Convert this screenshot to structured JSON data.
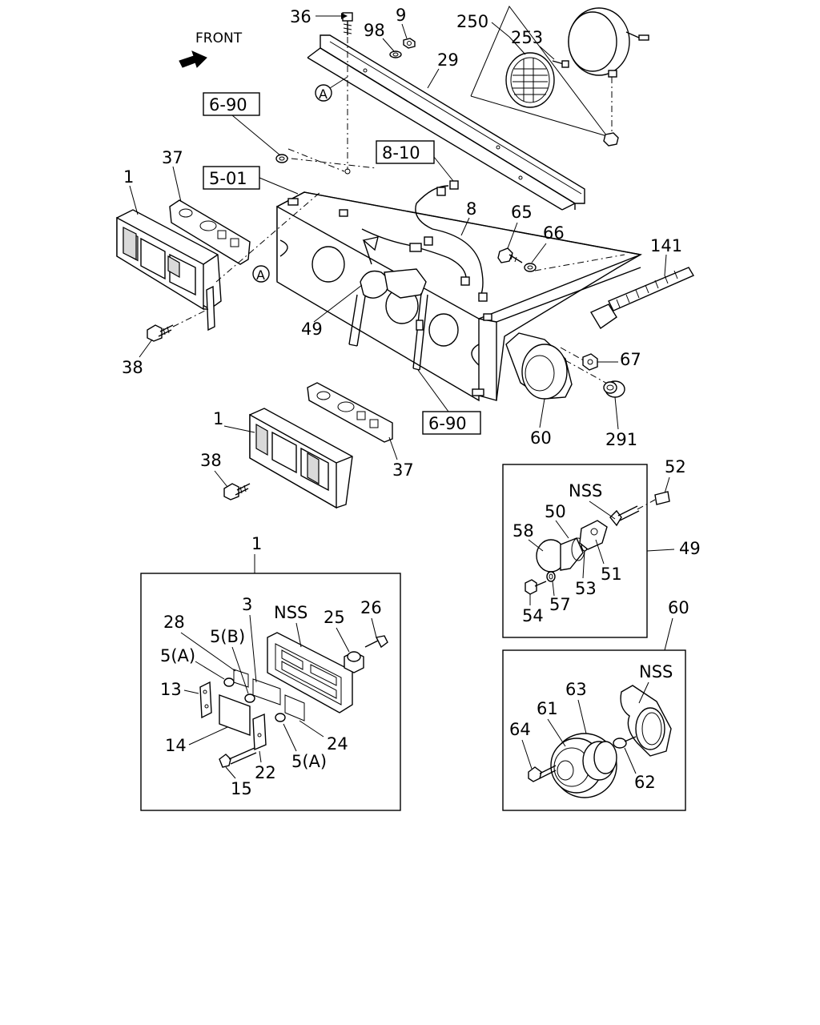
{
  "direction_label": "FRONT",
  "refs": {
    "r690a": "6-90",
    "r501": "5-01",
    "r810": "8-10",
    "r690b": "6-90"
  },
  "circle_marker": "A",
  "callouts": {
    "c36": "36",
    "c98": "98",
    "c9": "9",
    "c250": "250",
    "c253": "253",
    "c29": "29",
    "c37a": "37",
    "c1a": "1",
    "c8": "8",
    "c65": "65",
    "c66": "66",
    "c141": "141",
    "c49a": "49",
    "c38a": "38",
    "c67": "67",
    "c1b": "1",
    "c37b": "37",
    "c38b": "38",
    "c60a": "60",
    "c291": "291",
    "c52": "52",
    "c49b": "49",
    "c1c": "1",
    "c60b": "60"
  },
  "detail_49": {
    "nss": "NSS",
    "c50": "50",
    "c58": "58",
    "c51": "51",
    "c53": "53",
    "c54": "54",
    "c57": "57"
  },
  "detail_1": {
    "nss": "NSS",
    "c3": "3",
    "c25": "25",
    "c26": "26",
    "c28": "28",
    "c5b": "5(B)",
    "c5a1": "5(A)",
    "c13": "13",
    "c14": "14",
    "c24": "24",
    "c5a2": "5(A)",
    "c22": "22",
    "c15": "15"
  },
  "detail_60": {
    "nss": "NSS",
    "c63": "63",
    "c61": "61",
    "c64": "64",
    "c62": "62"
  }
}
